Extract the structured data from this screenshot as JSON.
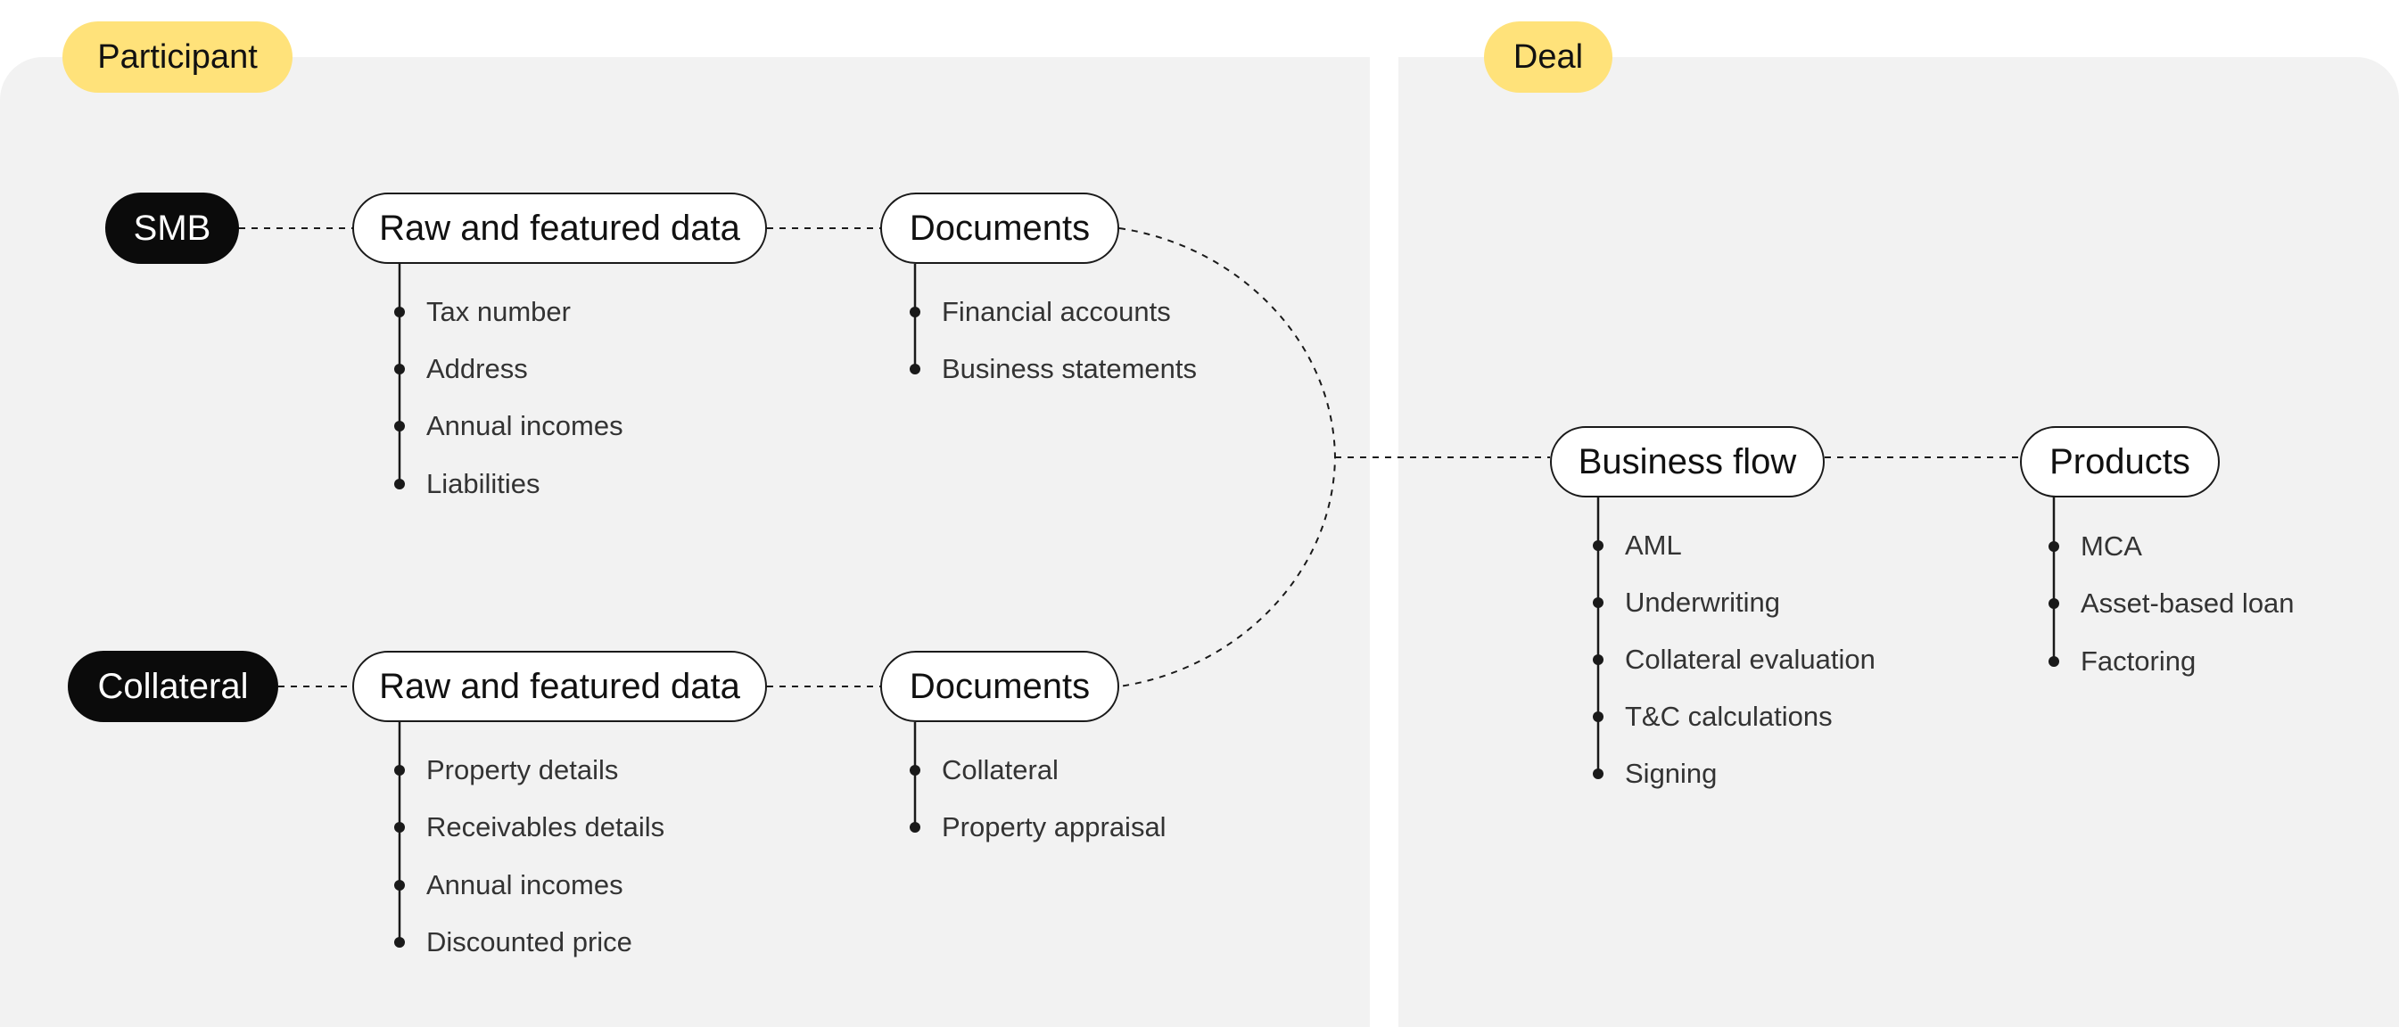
{
  "sections": {
    "participant": "Participant",
    "deal": "Deal"
  },
  "nodes": {
    "smb": "SMB",
    "collateral": "Collateral",
    "raw_top": "Raw and featured data",
    "raw_bottom": "Raw and featured data",
    "docs_top": "Documents",
    "docs_bottom": "Documents",
    "business_flow": "Business flow",
    "products": "Products"
  },
  "lists": {
    "raw_top": [
      "Tax number",
      "Address",
      "Annual incomes",
      "Liabilities"
    ],
    "docs_top": [
      "Financial accounts",
      "Business statements"
    ],
    "raw_bottom": [
      "Property details",
      "Receivables details",
      "Annual incomes",
      "Discounted price"
    ],
    "docs_bottom": [
      "Collateral",
      "Property appraisal"
    ],
    "business_flow": [
      "AML",
      "Underwriting",
      "Collateral evaluation",
      "T&C calculations",
      "Signing"
    ],
    "products": [
      "MCA",
      "Asset-based loan",
      "Factoring"
    ]
  },
  "colors": {
    "panel": "#f2f2f2",
    "tag": "#ffe27a",
    "dark_node": "#0b0b0b",
    "line": "#1a1a1a"
  }
}
